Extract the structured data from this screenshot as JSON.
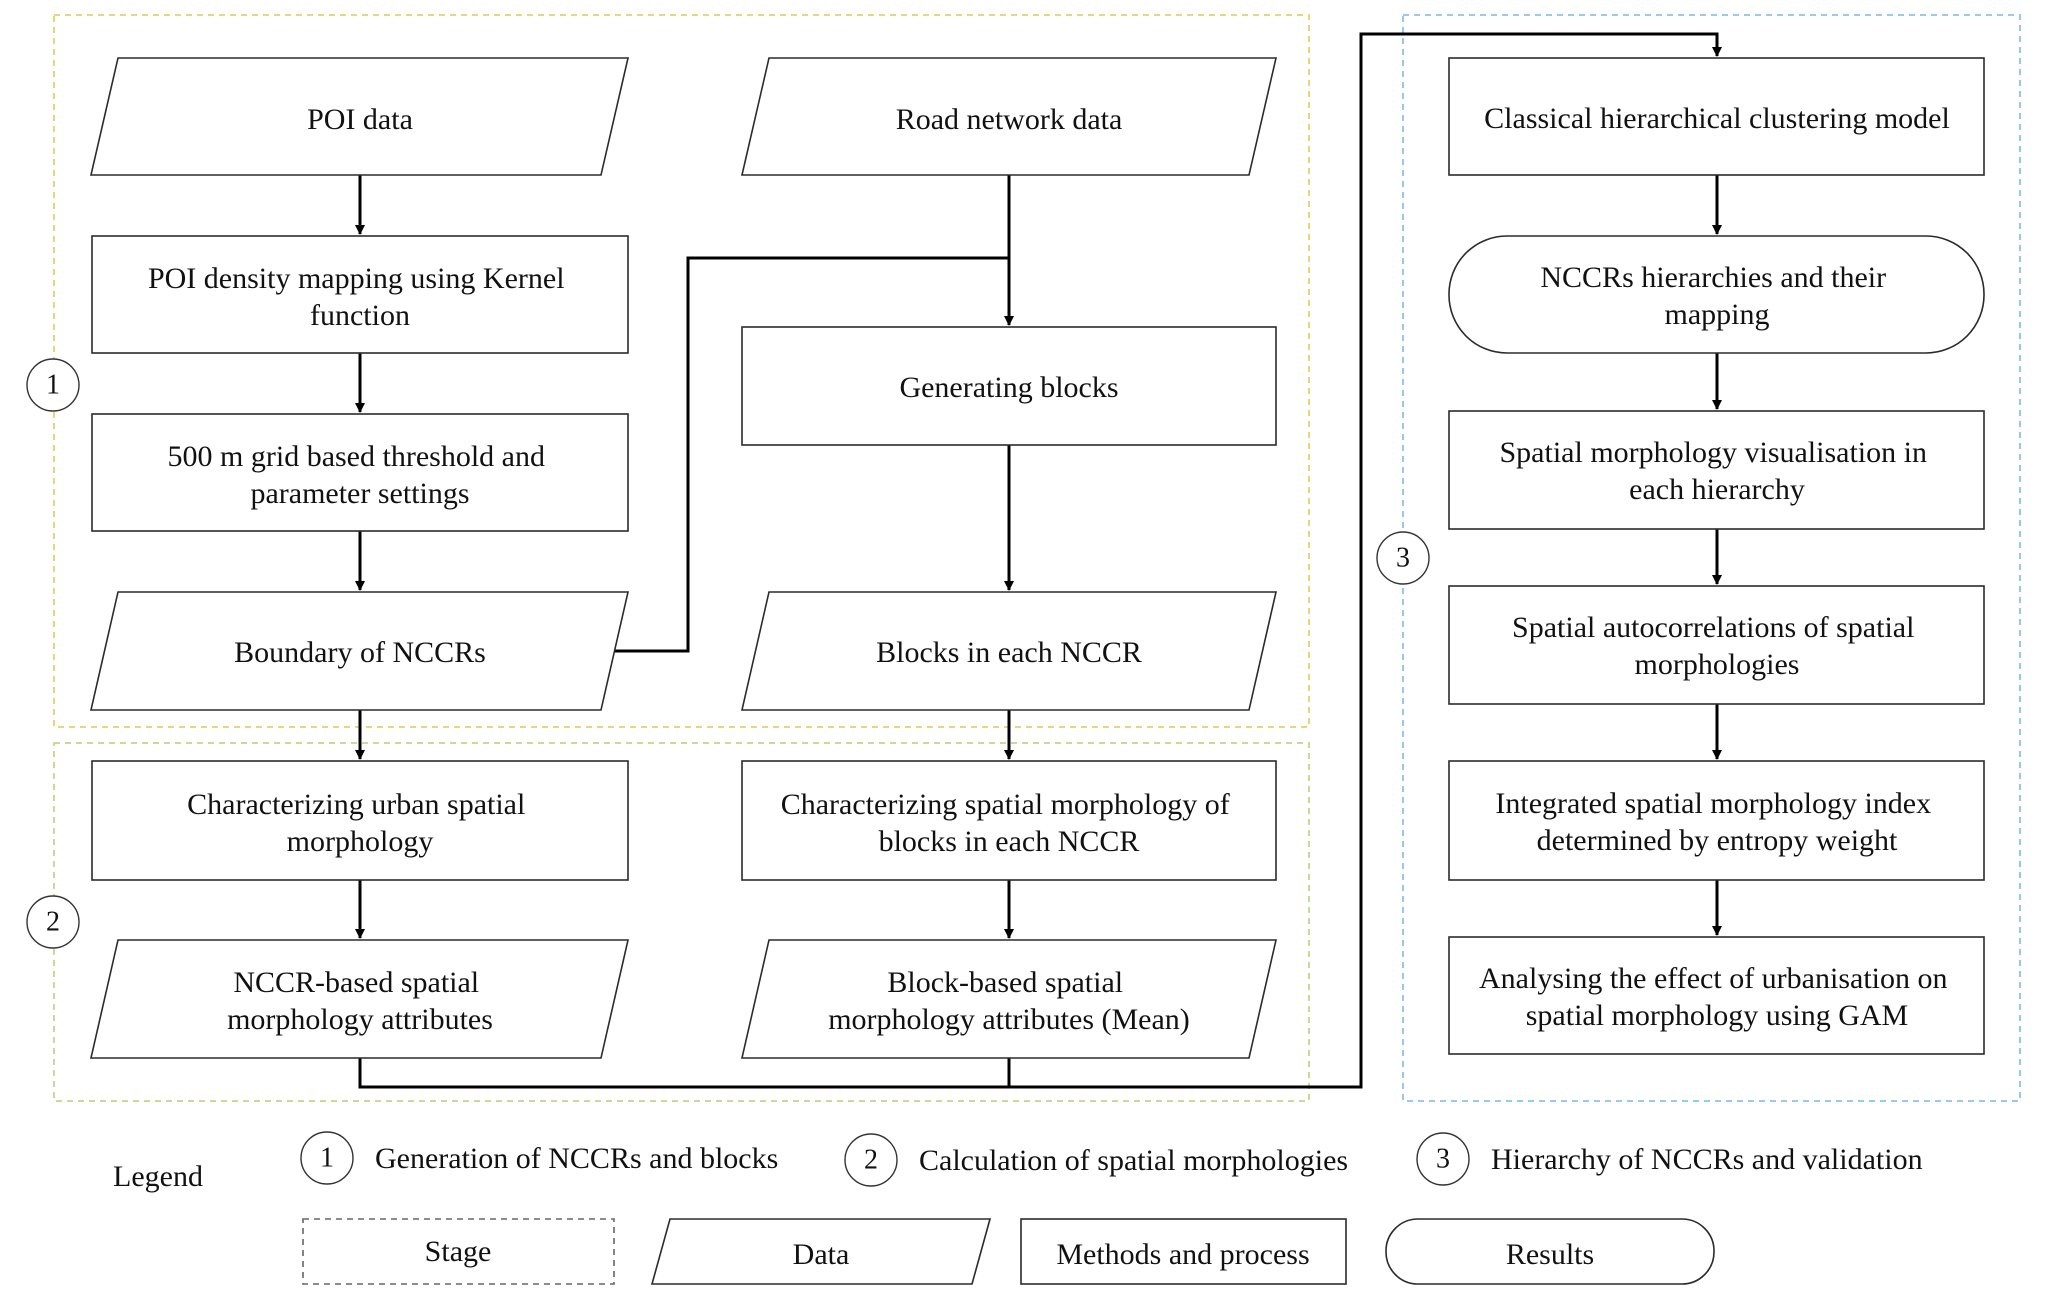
{
  "nodes": {
    "poi_data": [
      "POI data"
    ],
    "road_network_data": [
      "Road network data"
    ],
    "poi_density": [
      "POI density mapping using Kernel",
      "function"
    ],
    "grid_threshold": [
      "500 m grid  based threshold and",
      "parameter settings"
    ],
    "boundary": [
      "Boundary of NCCRs"
    ],
    "generating_blocks": [
      "Generating blocks"
    ],
    "blocks_in_nccr": [
      "Blocks in each NCCR"
    ],
    "char_urban": [
      "Characterizing urban spatial",
      "morphology"
    ],
    "char_blocks": [
      "Characterizing spatial morphology of",
      "blocks in each NCCR"
    ],
    "nccr_attrs": [
      "NCCR-based spatial",
      "morphology attributes"
    ],
    "block_attrs": [
      "Block-based spatial",
      "morphology attributes (Mean)"
    ],
    "clustering": [
      "Classical hierarchical clustering model"
    ],
    "hierarchies": [
      "NCCRs hierarchies and their",
      "mapping"
    ],
    "visualisation": [
      "Spatial morphology visualisation in",
      "each hierarchy"
    ],
    "autocorrelation": [
      "Spatial autocorrelations of spatial",
      "morphologies"
    ],
    "entropy_index": [
      "Integrated spatial morphology index",
      "determined by entropy weight"
    ],
    "gam": [
      "Analysing the effect of urbanisation on",
      "spatial morphology using GAM"
    ]
  },
  "stages": [
    {
      "id": "stage-1",
      "marker": "1"
    },
    {
      "id": "stage-2",
      "marker": "2"
    },
    {
      "id": "stage-3",
      "marker": "3"
    }
  ],
  "legend": {
    "title": "Legend",
    "stages": [
      {
        "marker": "1",
        "label": "Generation of NCCRs and blocks"
      },
      {
        "marker": "2",
        "label": "Calculation of spatial morphologies"
      },
      {
        "marker": "3",
        "label": "Hierarchy of NCCRs and validation"
      }
    ],
    "shapes": {
      "stage": "Stage",
      "data": "Data",
      "methods": "Methods and process",
      "results": "Results"
    }
  },
  "colors": {
    "stage1_border": "#e8cf6a",
    "stage2_border": "#c2d58c",
    "stage3_border": "#8cc3e6",
    "arrow": "#000000"
  }
}
